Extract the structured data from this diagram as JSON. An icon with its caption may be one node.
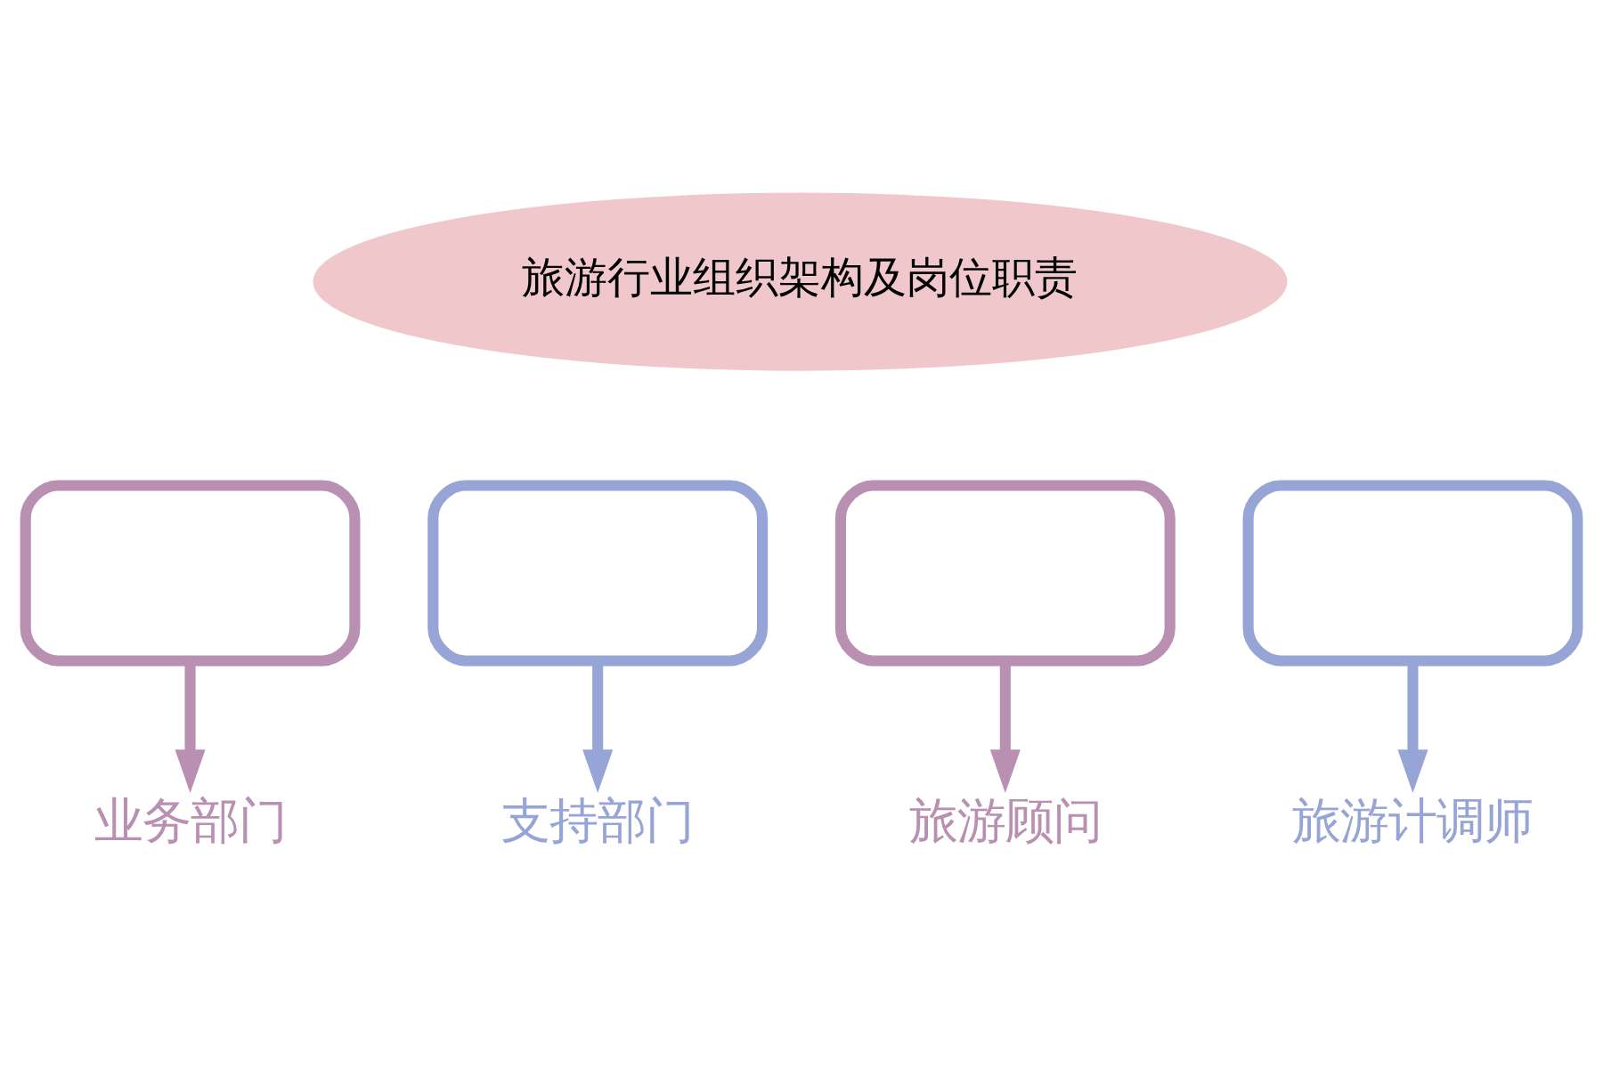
{
  "diagram": {
    "nodes": [
      {
        "text": [
          "旅游行业组织架构及岗位职责"
        ]
      },
      {
        "text": [],
        "shape": "box"
      },
      {
        "text": [],
        "shape": "box"
      },
      {
        "text": [],
        "shape": "box"
      },
      {
        "text": [],
        "shape": "box"
      },
      {
        "text": [
          "业务部门"
        ]
      },
      {
        "text": [
          "支持部门"
        ]
      },
      {
        "text": [
          "旅游顾问"
        ]
      },
      {
        "text": [
          "旅游计调师"
        ]
      }
    ],
    "edges": [
      {
        "from": 1,
        "to": 5,
        "arrow": "to",
        "color": "#b98fb2"
      },
      {
        "from": 2,
        "to": 6,
        "arrow": "to",
        "color": "#97a5d6"
      },
      {
        "from": 3,
        "to": 7,
        "arrow": "to",
        "color": "#b98fb2"
      },
      {
        "from": 4,
        "to": 8,
        "arrow": "to",
        "color": "#97a5d6"
      }
    ]
  }
}
